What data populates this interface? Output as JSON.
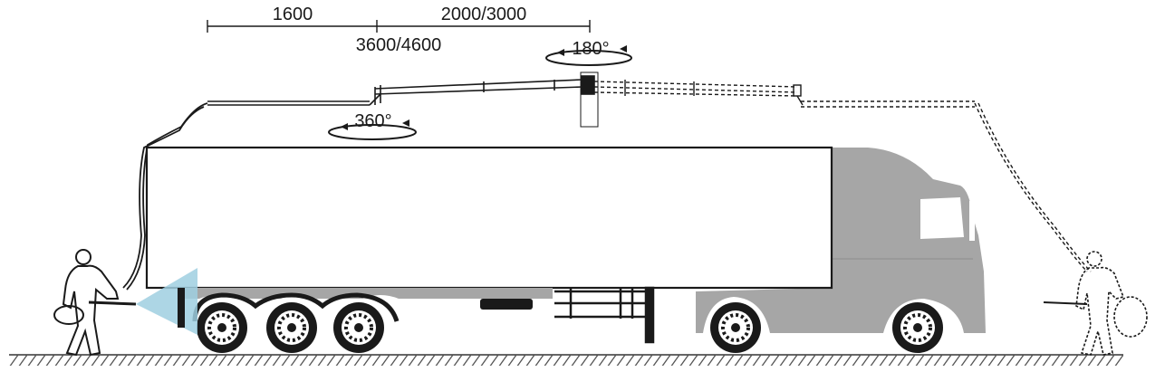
{
  "dimensions": {
    "boom_section_1": "1600",
    "boom_section_2": "2000/3000",
    "boom_total": "3600/4600"
  },
  "rotations": {
    "mast": "360°",
    "nozzle_arm": "180°"
  },
  "colors": {
    "line": "#1a1a1a",
    "truck_grey": "#a6a6a6",
    "spray_blue": "#9fcfe0",
    "ground_hatch": "#555555"
  },
  "icons": [
    "operator-figure",
    "spray-lance",
    "hose-reel",
    "ghost-operator-figure"
  ]
}
